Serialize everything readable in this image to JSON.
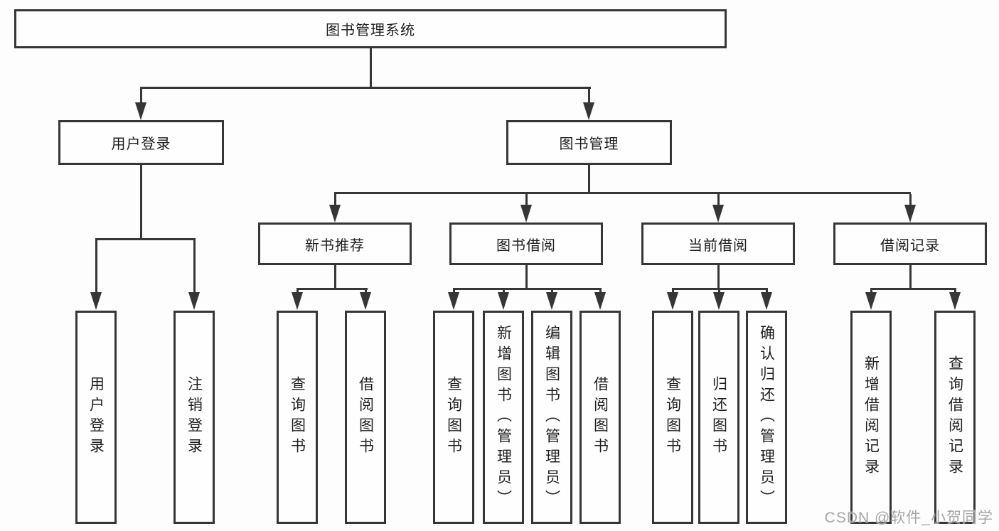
{
  "diagram": {
    "type": "hierarchy-tree",
    "colors": {
      "line": "#363636",
      "box_border": "#363636",
      "box_fill": "#fffefe",
      "text": "#1f1f1f",
      "watermark_text_color": "#a5a5a5",
      "background": "#fdfdfd"
    },
    "tree": {
      "root": {
        "label": "图书管理系统",
        "children": [
          {
            "label": "用户登录",
            "children": [
              {
                "label": "用户登录"
              },
              {
                "label": "注销登录"
              }
            ]
          },
          {
            "label": "图书管理",
            "children": [
              {
                "label": "新书推荐",
                "children": [
                  {
                    "label": "查询图书"
                  },
                  {
                    "label": "借阅图书"
                  }
                ]
              },
              {
                "label": "图书借阅",
                "children": [
                  {
                    "label": "查询图书"
                  },
                  {
                    "label": "新增图书（管理员）"
                  },
                  {
                    "label": "编辑图书（管理员）"
                  },
                  {
                    "label": "借阅图书"
                  }
                ]
              },
              {
                "label": "当前借阅",
                "children": [
                  {
                    "label": "查询图书"
                  },
                  {
                    "label": "归还图书"
                  },
                  {
                    "label": "确认归还（管理员）"
                  }
                ]
              },
              {
                "label": "借阅记录",
                "children": [
                  {
                    "label": "新增借阅记录"
                  },
                  {
                    "label": "查询借阅记录"
                  }
                ]
              }
            ]
          }
        ]
      }
    },
    "watermark": {
      "text": "CSDN @软件_小贺同学"
    }
  }
}
